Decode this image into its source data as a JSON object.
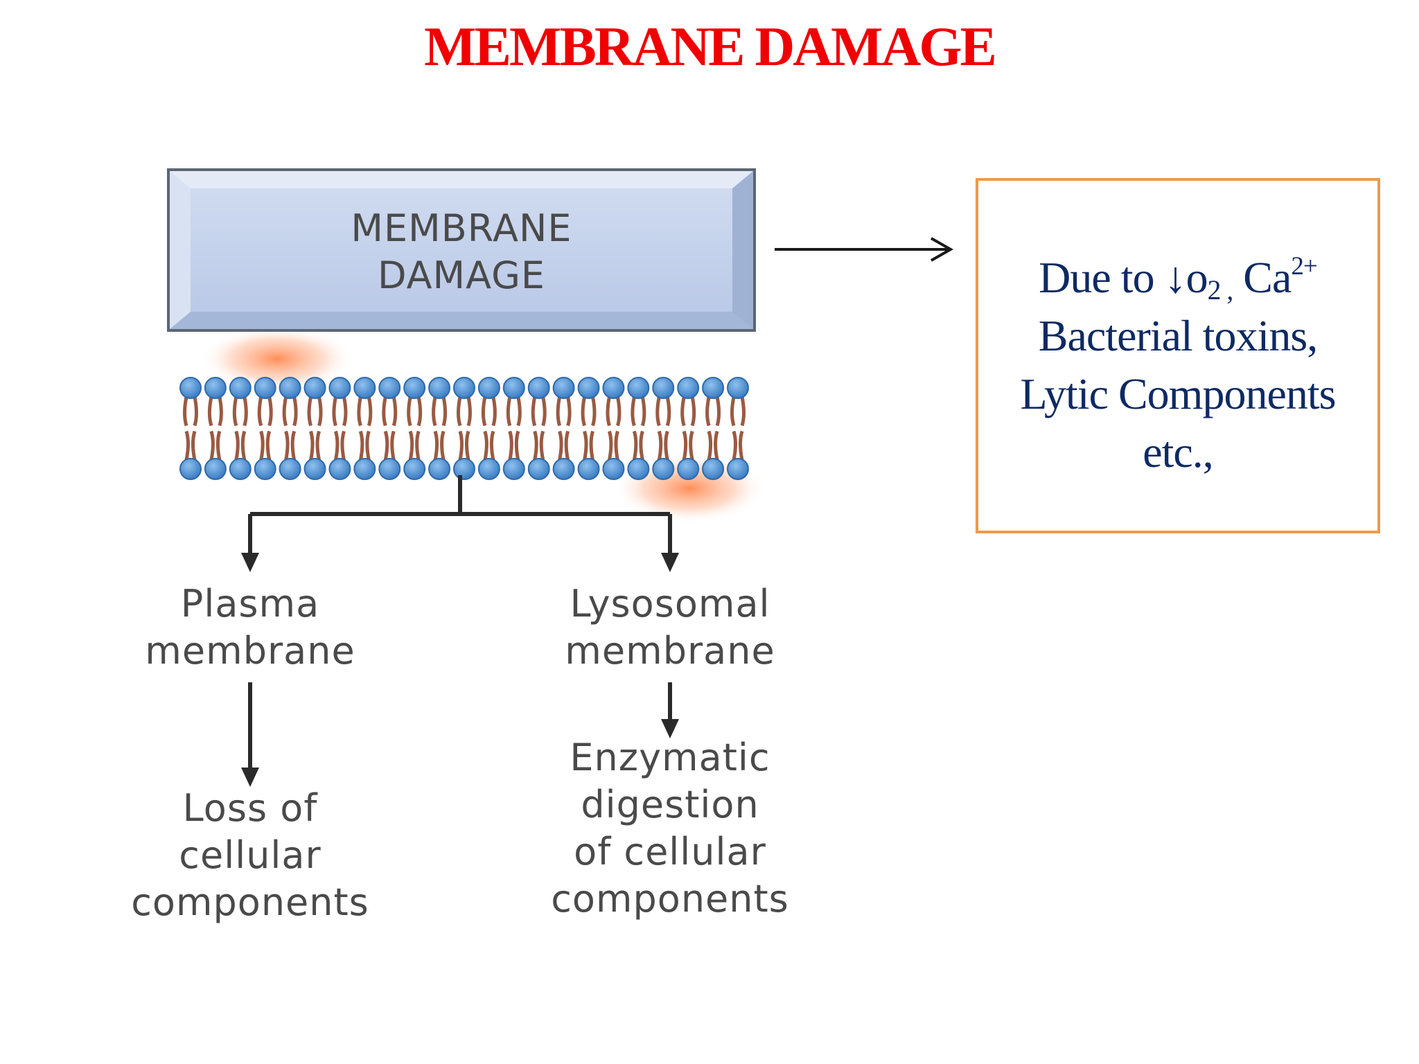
{
  "slide": {
    "title": "MEMBRANE DAMAGE"
  },
  "diagram": {
    "header_box": {
      "line1": "MEMBRANE",
      "line2": "DAMAGE"
    },
    "left_branch": {
      "label_line1": "Plasma",
      "label_line2": "membrane",
      "result_line1": "Loss of",
      "result_line2": "cellular",
      "result_line3": "components"
    },
    "right_branch": {
      "label_line1": "Lysosomal",
      "label_line2": "membrane",
      "result_line1": "Enzymatic",
      "result_line2": "digestion",
      "result_line3": "of cellular",
      "result_line4": "components"
    }
  },
  "cause_box": {
    "prefix": "Due to ",
    "arrow": "↓",
    "oxygen": "o",
    "oxygen_sub": "2 ,",
    "calcium": " Ca",
    "calcium_sup": "2+",
    "line2": "Bacterial toxins,",
    "line3": "Lytic Components",
    "line4": "etc.,"
  },
  "colors": {
    "title": "#f00000",
    "cause_text": "#0e2a63",
    "cause_border": "#f0994a",
    "header_box_fill": "#c3d1ea",
    "lipid_head": "#4f8fcf",
    "lipid_tail": "#a0624a",
    "damage_glow": "#ff8a4a"
  }
}
